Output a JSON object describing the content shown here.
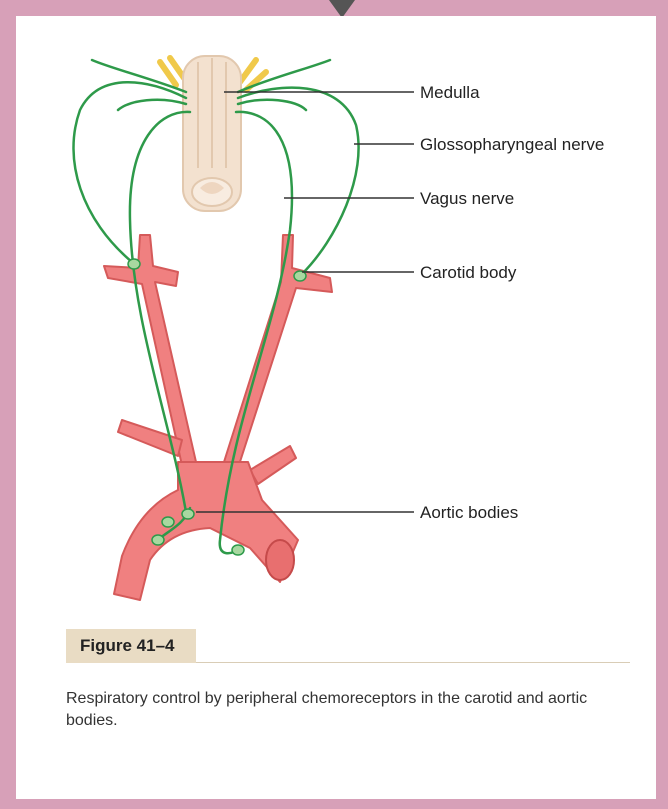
{
  "labels": {
    "medulla": "Medulla",
    "glossopharyngeal": "Glossopharyngeal nerve",
    "vagus": "Vagus nerve",
    "carotid_body": "Carotid body",
    "aortic_bodies": "Aortic bodies"
  },
  "figure": {
    "tag": "Figure 41–4",
    "caption": "Respiratory control by peripheral chemoreceptors in the carotid and aortic bodies."
  },
  "colors": {
    "frame": "#d7a0b8",
    "artery": "#f08080",
    "artery_dark": "#d55a5a",
    "nerve": "#2e9a4a",
    "medulla": "#f3e1cf",
    "nerve_root_yellow": "#f0c94a",
    "tag_bg": "#e9dcc4"
  }
}
